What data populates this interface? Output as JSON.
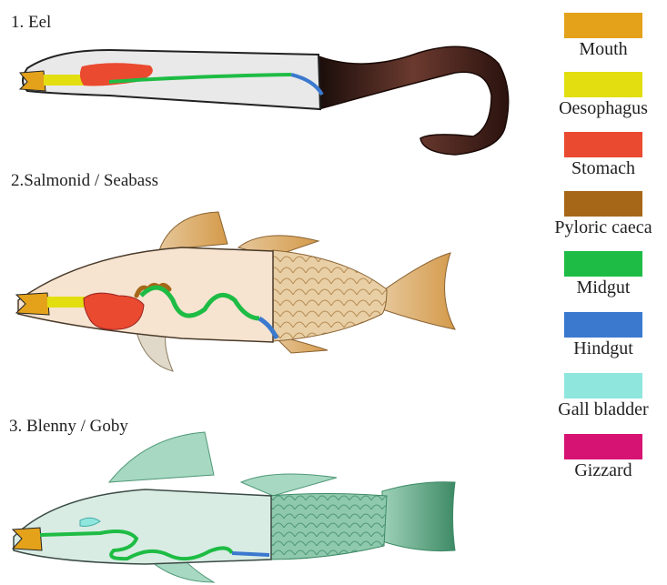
{
  "sections": [
    {
      "label": "1. Eel"
    },
    {
      "label": "2.Salmonid / Seabass"
    },
    {
      "label": "3. Blenny / Goby"
    }
  ],
  "legend": [
    {
      "label": "Mouth",
      "color": "#e3a21a"
    },
    {
      "label": "Oesophagus",
      "color": "#e2de10"
    },
    {
      "label": "Stomach",
      "color": "#ea4a2f"
    },
    {
      "label": "Pyloric caeca",
      "color": "#a66718"
    },
    {
      "label": "Midgut",
      "color": "#1ebc44"
    },
    {
      "label": "Hindgut",
      "color": "#3b79cf"
    },
    {
      "label": "Gall bladder",
      "color": "#8fe6dc"
    },
    {
      "label": "Gizzard",
      "color": "#d61273"
    }
  ]
}
